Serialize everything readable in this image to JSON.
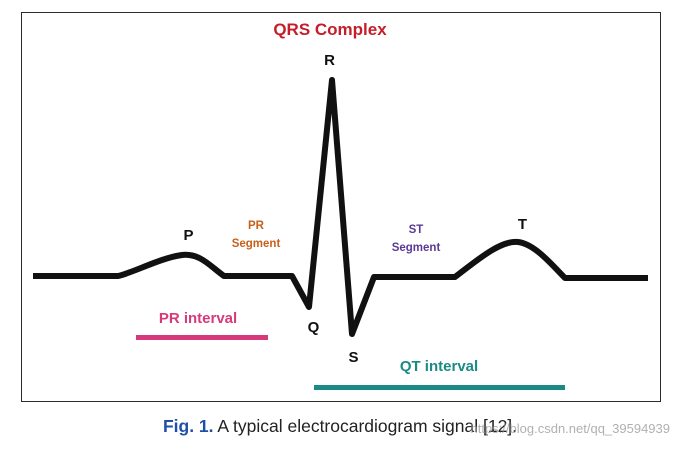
{
  "figure": {
    "title": "QRS Complex",
    "colors": {
      "title": "#c41e2a",
      "trace": "#111111",
      "segment_pr": "#c8601a",
      "segment_st": "#5b3a96",
      "pr_interval": "#d63a7c",
      "qt_interval": "#1b8a84",
      "caption_prefix": "#1f4fa8"
    },
    "waves": {
      "p": "P",
      "q": "Q",
      "r": "R",
      "s": "S",
      "t": "T"
    },
    "segments": {
      "pr_line1": "PR",
      "pr_line2": "Segment",
      "st_line1": "ST",
      "st_line2": "Segment"
    },
    "intervals": {
      "pr": "PR interval",
      "qt": "QT interval"
    }
  },
  "caption": {
    "prefix": "Fig. 1.",
    "text": " A typical electrocardiogram signal [12]."
  },
  "watermark": "https://blog.csdn.net/qq_39594939"
}
